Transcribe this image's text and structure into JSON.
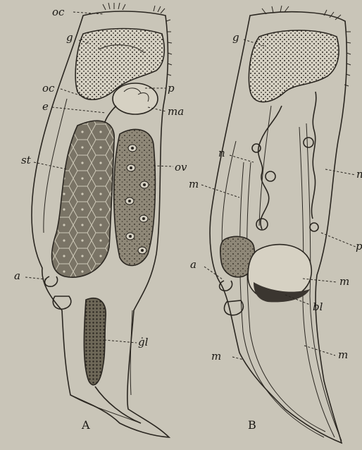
{
  "figure": {
    "panel_a": {
      "caption": "A",
      "labels": {
        "oc_top": "oc",
        "g": "g",
        "oc_mid": "oc",
        "e": "e",
        "p": "p",
        "ma": "ma",
        "st": "st",
        "ov": "ov",
        "a": "a",
        "gl": "ġl"
      }
    },
    "panel_b": {
      "caption": "B",
      "labels": {
        "g": "g",
        "n_left": "n",
        "n_right": "n",
        "m_upper": "m",
        "m_right": "m",
        "p": "p",
        "a": "a",
        "bl": "bl",
        "m_lower_left": "m",
        "m_lower_right": "m"
      }
    }
  },
  "colors": {
    "paper": "#c9c5b8",
    "ink": "#2a2620",
    "stomach": "#6b6558",
    "gland": "#5a5448",
    "shade": "#3b3630"
  }
}
